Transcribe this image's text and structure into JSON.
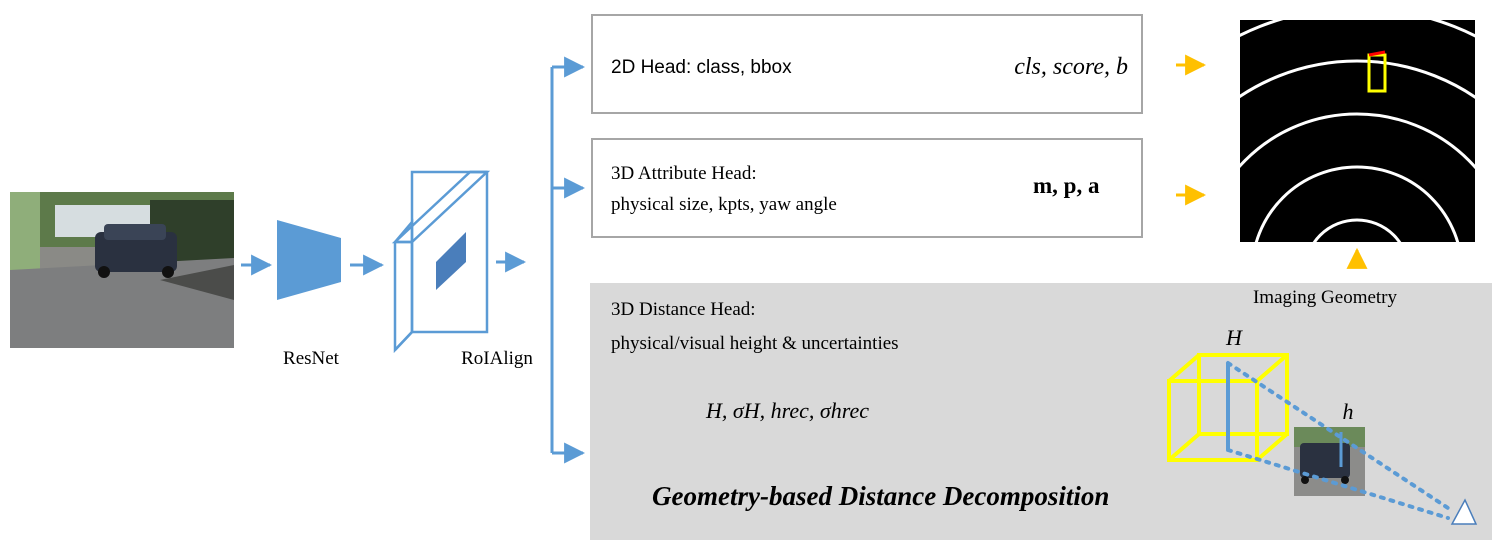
{
  "colors": {
    "arrow_blue": "#5b9bd5",
    "arrow_orange": "#ffc000",
    "box_border": "#a6a6a6",
    "panel_gray": "#d9d9d9",
    "cube_yellow": "#ffff00",
    "ring_white": "#ffffff",
    "polar_bg": "#000000"
  },
  "labels": {
    "resnet": "ResNet",
    "roialign": "RoIAlign",
    "imaging_geometry": "Imaging Geometry",
    "decomposition_title": "Geometry-based Distance Decomposition"
  },
  "heads": {
    "head2d": {
      "title": "2D Head: class, bbox",
      "outputs_text": "cls, score, b"
    },
    "head3d": {
      "title_line1": "3D Attribute Head:",
      "title_line2": "physical size, kpts, yaw angle",
      "outputs_text": "m, p, a"
    },
    "distance": {
      "title_line1": "3D Distance Head:",
      "title_line2": "physical/visual height & uncertainties",
      "outputs_text": "H, σH, hrec, σhrec"
    }
  },
  "geometry": {
    "physical_height": "H",
    "visual_height": "h"
  },
  "icons": [
    "input-photo",
    "resnet-trapezoid",
    "feature-map-box",
    "polar-grid",
    "camera-triangle",
    "car-thumbnail"
  ]
}
